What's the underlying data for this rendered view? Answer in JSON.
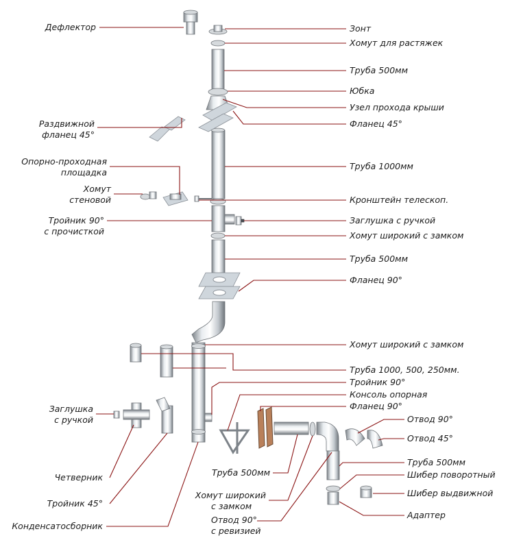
{
  "colors": {
    "leader": "#8a1212",
    "metal_light": "#eef1f3",
    "metal_dark": "#7d8389",
    "text": "#1a1a1a"
  },
  "labels": {
    "deflector": "Дефлектор",
    "umbrella": "Зонт",
    "guy_clamp": "Хомут для растяжек",
    "pipe500_top": "Труба 500мм",
    "skirt": "Юбка",
    "roof_pass": "Узел прохода крыши",
    "flange45": "Фланец 45°",
    "sliding_flange_1": "Раздвижной",
    "sliding_flange_2": "фланец 45°",
    "platform_1": "Опорно-проходная",
    "platform_2": "площадка",
    "wall_clamp_1": "Хомут",
    "wall_clamp_2": "стеновой",
    "pipe1000": "Труба 1000мм",
    "bracket": "Кронштейн телескоп.",
    "tee90_clean_1": "Тройник 90°",
    "tee90_clean_2": "с прочисткой",
    "plug_handle_right": "Заглушка с ручкой",
    "wide_clamp_lock_1": "Хомут широкий с замком",
    "pipe500_mid": "Труба 500мм",
    "flange90_mid": "Фланец 90°",
    "wide_clamp_lock_2": "Хомут широкий с замком",
    "pipes_set": "Труба 1000, 500, 250мм.",
    "tee90": "Тройник 90°",
    "console": "Консоль опорная",
    "flange90_low": "Фланец 90°",
    "elbow90": "Отвод 90°",
    "elbow45": "Отвод 45°",
    "pipe500_low_right": "Труба 500мм",
    "rotary_damper": "Шибер поворотный",
    "slide_damper": "Шибер выдвижной",
    "adapter": "Адаптер",
    "plug_handle_left_1": "Заглушка",
    "plug_handle_left_2": "с ручкой",
    "cross": "Четверник",
    "tee45": "Тройник 45°",
    "condensate": "Конденсатосборник",
    "pipe500_low": "Труба 500мм",
    "wide_clamp_low_1": "Хомут широкий",
    "wide_clamp_low_2": "с замком",
    "elbow90_rev_1": "Отвод 90°",
    "elbow90_rev_2": "с ревизией"
  }
}
